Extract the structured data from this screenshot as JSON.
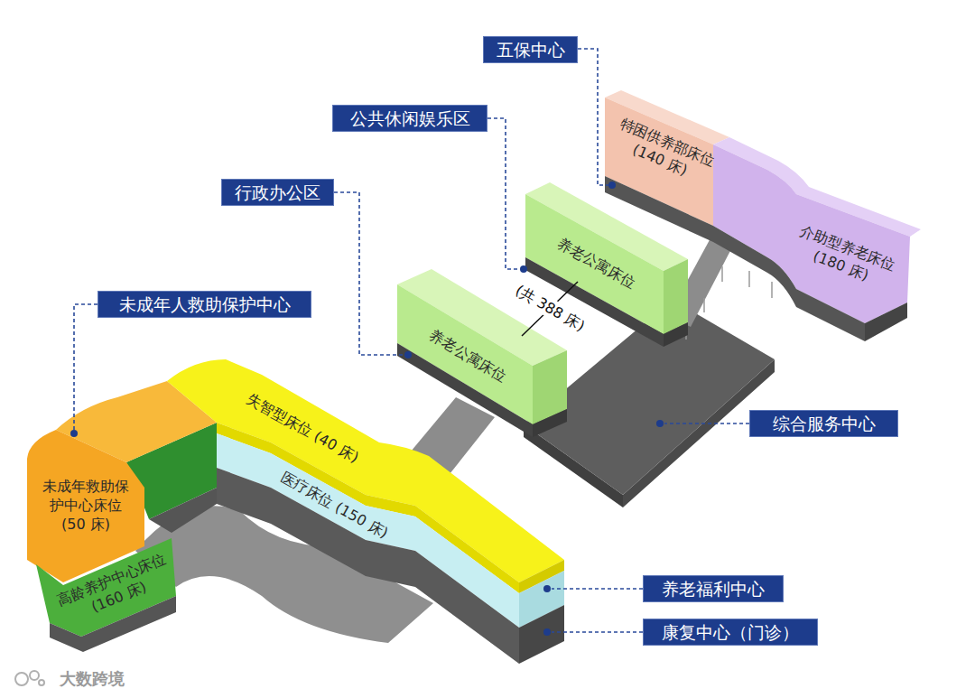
{
  "diagram": {
    "nodes": [
      {
        "text": [
          "五保中心"
        ]
      },
      {
        "text": [
          "公共休闲娱乐区"
        ]
      },
      {
        "text": [
          "行政办公区"
        ]
      },
      {
        "text": [
          "未成年人救助保护中心"
        ]
      },
      {
        "text": [
          "综合服务中心"
        ]
      },
      {
        "text": [
          "养老福利中心"
        ]
      },
      {
        "text": [
          "康复中心（门诊）"
        ]
      }
    ],
    "labels": [
      "特困供养部床位 (140 床)",
      "介助型养老床位 (180 床)",
      "养老公寓床位",
      "(共 388 床)",
      "养老公寓床位",
      "失智型床位 (40 床)",
      "医疗床位 (150 床)",
      "未成年救助保护中心床位 (50 床)",
      "高龄养护中心床位 (160 床)",
      "大数跨境"
    ]
  }
}
